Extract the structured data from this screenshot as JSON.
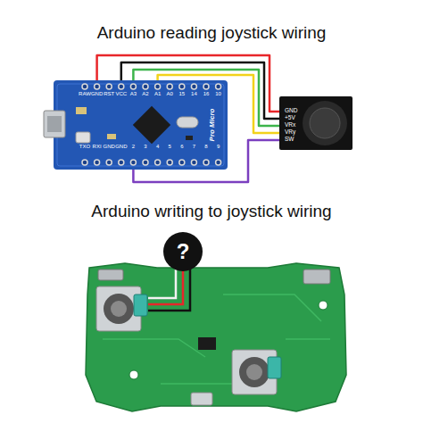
{
  "diagram": {
    "title": "Arduino reading joystick wiring",
    "nodes": [
      {
        "text": [
          "RAW",
          "GND",
          "RST",
          "VCC",
          "A3",
          "A2",
          "A1",
          "A0",
          "15",
          "14",
          "16",
          "10",
          "TXO",
          "RXI",
          "GND",
          "GND",
          "2",
          "3",
          "4",
          "5",
          "6",
          "7",
          "8",
          "9",
          "Pro Micro"
        ]
      },
      {
        "text": [
          "GND",
          "+5V",
          "VRx",
          "VRy",
          "SW"
        ]
      },
      {
        "text": [
          "?"
        ]
      }
    ],
    "edges": [
      {
        "from": 0,
        "to": 1,
        "arrow": "none"
      },
      {
        "from": 0,
        "to": 1,
        "arrow": "none"
      },
      {
        "from": 0,
        "to": 1,
        "arrow": "none"
      },
      {
        "from": 0,
        "to": 1,
        "arrow": "none"
      },
      {
        "from": 0,
        "to": 1,
        "arrow": "none"
      }
    ],
    "labels": [
      "Arduino writing to joystick wiring"
    ]
  }
}
